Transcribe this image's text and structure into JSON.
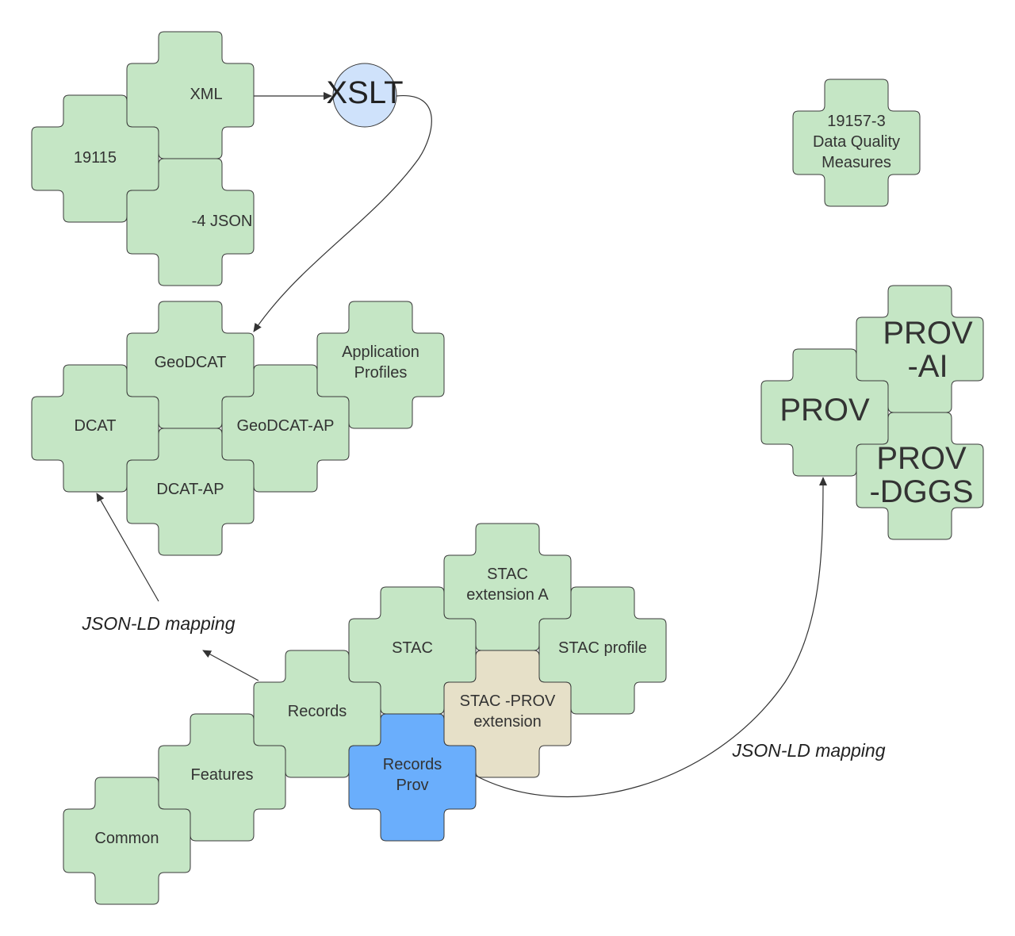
{
  "colors": {
    "green": "#c5e6c5",
    "blue": "#6aaefc",
    "tan": "#e6e0c8",
    "xslt": "#cfe2fb"
  },
  "pieces": [
    {
      "id": "xml",
      "lines": [
        "XML"
      ],
      "color": "green"
    },
    {
      "id": "19115",
      "lines": [
        "19115"
      ],
      "color": "green"
    },
    {
      "id": "json4",
      "lines": [
        "-4 JSON"
      ],
      "color": "green"
    },
    {
      "id": "dq",
      "lines": [
        "19157-3",
        "Data Quality",
        "Measures"
      ],
      "color": "green"
    },
    {
      "id": "geodcat",
      "lines": [
        "GeoDCAT"
      ],
      "color": "green"
    },
    {
      "id": "appprofiles",
      "lines": [
        "Application",
        "Profiles"
      ],
      "color": "green"
    },
    {
      "id": "dcat",
      "lines": [
        "DCAT"
      ],
      "color": "green"
    },
    {
      "id": "geodcatap",
      "lines": [
        "GeoDCAT-AP"
      ],
      "color": "green"
    },
    {
      "id": "dcatap",
      "lines": [
        "DCAT-AP"
      ],
      "color": "green"
    },
    {
      "id": "provai",
      "lines": [
        "PROV",
        "-AI"
      ],
      "color": "green",
      "large": true
    },
    {
      "id": "prov",
      "lines": [
        "PROV"
      ],
      "color": "green",
      "large": true
    },
    {
      "id": "provdggs",
      "lines": [
        "PROV",
        "-DGGS"
      ],
      "color": "green",
      "large": true
    },
    {
      "id": "stacext",
      "lines": [
        "STAC",
        "extension A"
      ],
      "color": "green"
    },
    {
      "id": "stac",
      "lines": [
        "STAC"
      ],
      "color": "green"
    },
    {
      "id": "stacprofile",
      "lines": [
        "STAC profile"
      ],
      "color": "green"
    },
    {
      "id": "records",
      "lines": [
        "Records"
      ],
      "color": "green"
    },
    {
      "id": "stacprov",
      "lines": [
        "STAC -PROV",
        "extension"
      ],
      "color": "tan"
    },
    {
      "id": "recordsprov",
      "lines": [
        "Records",
        "Prov"
      ],
      "color": "blue"
    },
    {
      "id": "features",
      "lines": [
        "Features"
      ],
      "color": "green"
    },
    {
      "id": "common",
      "lines": [
        "Common"
      ],
      "color": "green"
    }
  ],
  "xslt": {
    "label": "XSLT"
  },
  "edge_labels": {
    "left": "JSON-LD mapping",
    "right": "JSON-LD mapping"
  }
}
